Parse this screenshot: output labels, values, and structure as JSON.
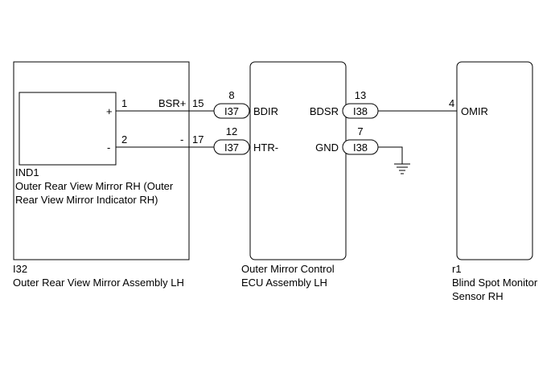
{
  "components": {
    "mirror_assembly": {
      "code": "I32",
      "name": "Outer Rear View Mirror Assembly LH"
    },
    "indicator": {
      "code": "IND1",
      "name_line1": "Outer Rear View Mirror RH (Outer",
      "name_line2": "Rear View Mirror Indicator RH)",
      "plus": "+",
      "minus": "-"
    },
    "ecu": {
      "name_line1": "Outer Mirror Control",
      "name_line2": "ECU Assembly LH"
    },
    "sensor": {
      "code": "r1",
      "name_line1": "Blind Spot Monitor",
      "name_line2": "Sensor RH"
    }
  },
  "wires": {
    "upper": {
      "ind_pin": "1",
      "mirror_pin": "15",
      "label": "BSR+",
      "conn_pin": "8",
      "connector": "I37",
      "ecu_terminal": "BDIR"
    },
    "lower": {
      "ind_pin": "2",
      "mirror_pin": "17",
      "label": "-",
      "conn_pin": "12",
      "connector": "I37",
      "ecu_terminal": "HTR-"
    },
    "bdsr": {
      "ecu_terminal": "BDSR",
      "conn_pin": "13",
      "connector": "I38",
      "sensor_pin": "4",
      "sensor_terminal": "OMIR"
    },
    "gnd": {
      "ecu_terminal": "GND",
      "conn_pin": "7",
      "connector": "I38"
    }
  }
}
